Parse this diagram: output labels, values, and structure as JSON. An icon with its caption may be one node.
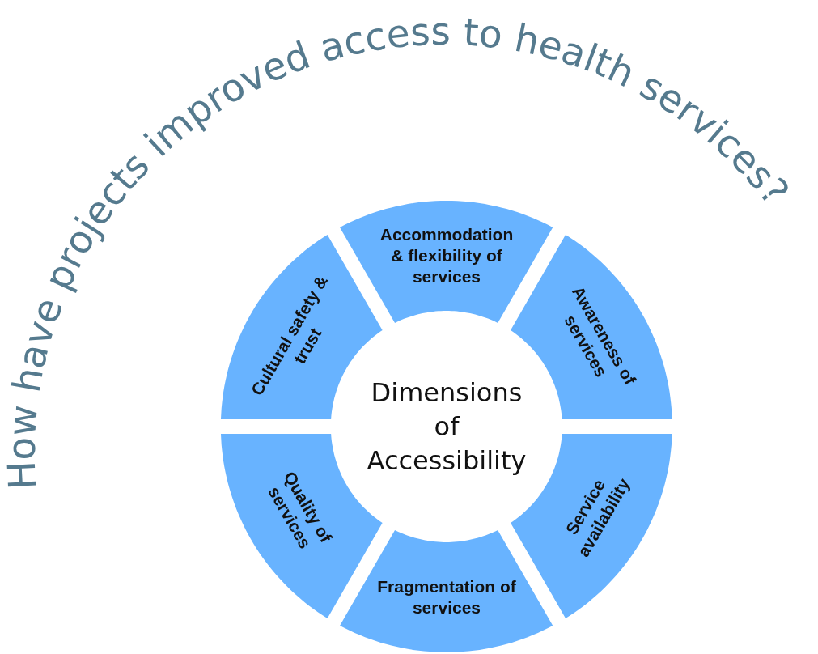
{
  "diagram": {
    "title": "How have projects improved access to health services?",
    "nodes": [
      {
        "text": [
          "Accommodation & flexibility of services"
        ]
      },
      {
        "text": [
          "Awareness of services"
        ]
      },
      {
        "text": [
          "Service availability"
        ]
      },
      {
        "text": [
          "Fragmentation of services"
        ]
      },
      {
        "text": [
          "Quality of services"
        ]
      },
      {
        "text": [
          "Cultural safety & trust"
        ]
      },
      {
        "text": [
          "Dimensions of Accessibility"
        ]
      }
    ]
  }
}
